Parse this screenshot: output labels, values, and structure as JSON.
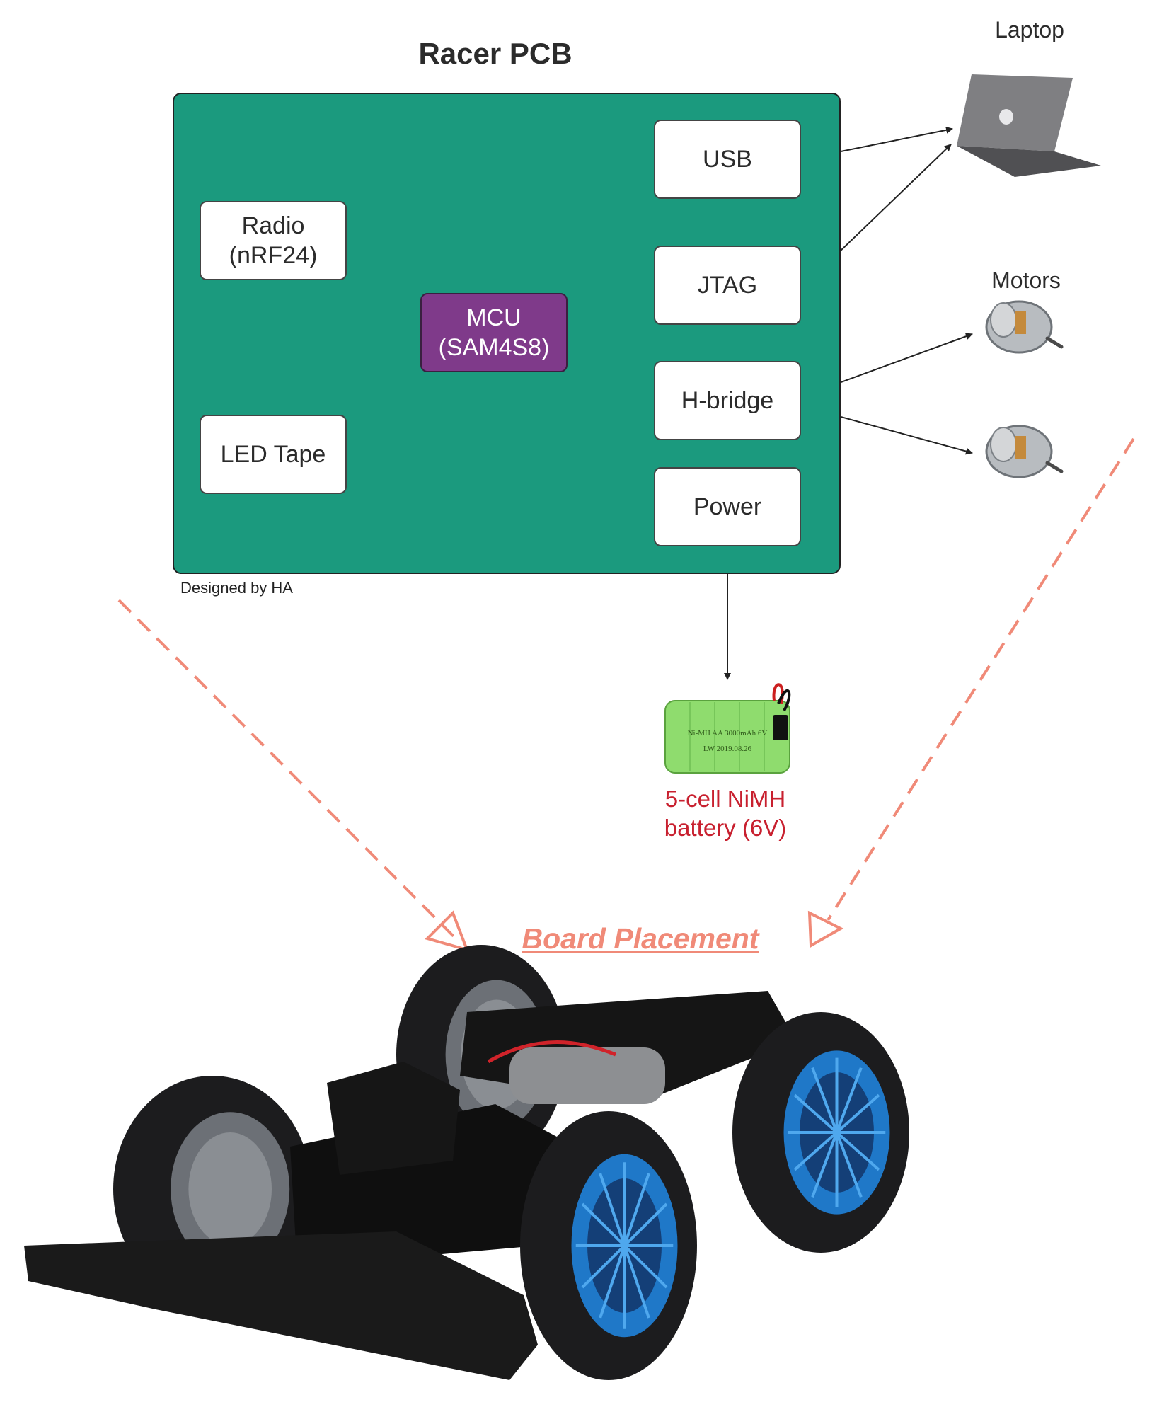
{
  "title": "Racer PCB",
  "credit": "Designed by HA",
  "blocks": {
    "radio": [
      "Radio",
      "(nRF24)"
    ],
    "led": [
      "LED Tape"
    ],
    "mcu": [
      "MCU",
      "(SAM4S8)"
    ],
    "usb": [
      "USB"
    ],
    "jtag": [
      "JTAG"
    ],
    "hbridge": [
      "H-bridge"
    ],
    "power": [
      "Power"
    ]
  },
  "external": {
    "laptop": "Laptop",
    "motors": "Motors",
    "battery": [
      "5-cell NiMH",
      "battery (6V)"
    ],
    "battery_print": [
      "Ni-MH AA 3000mAh 6V",
      "LW 2019.08.26"
    ]
  },
  "placement": "Board Placement",
  "colors": {
    "pcb": "#1b9a7e",
    "mcu": "#7f3a8a",
    "battery_label": "#c8202f",
    "placement": "#f08a78"
  }
}
